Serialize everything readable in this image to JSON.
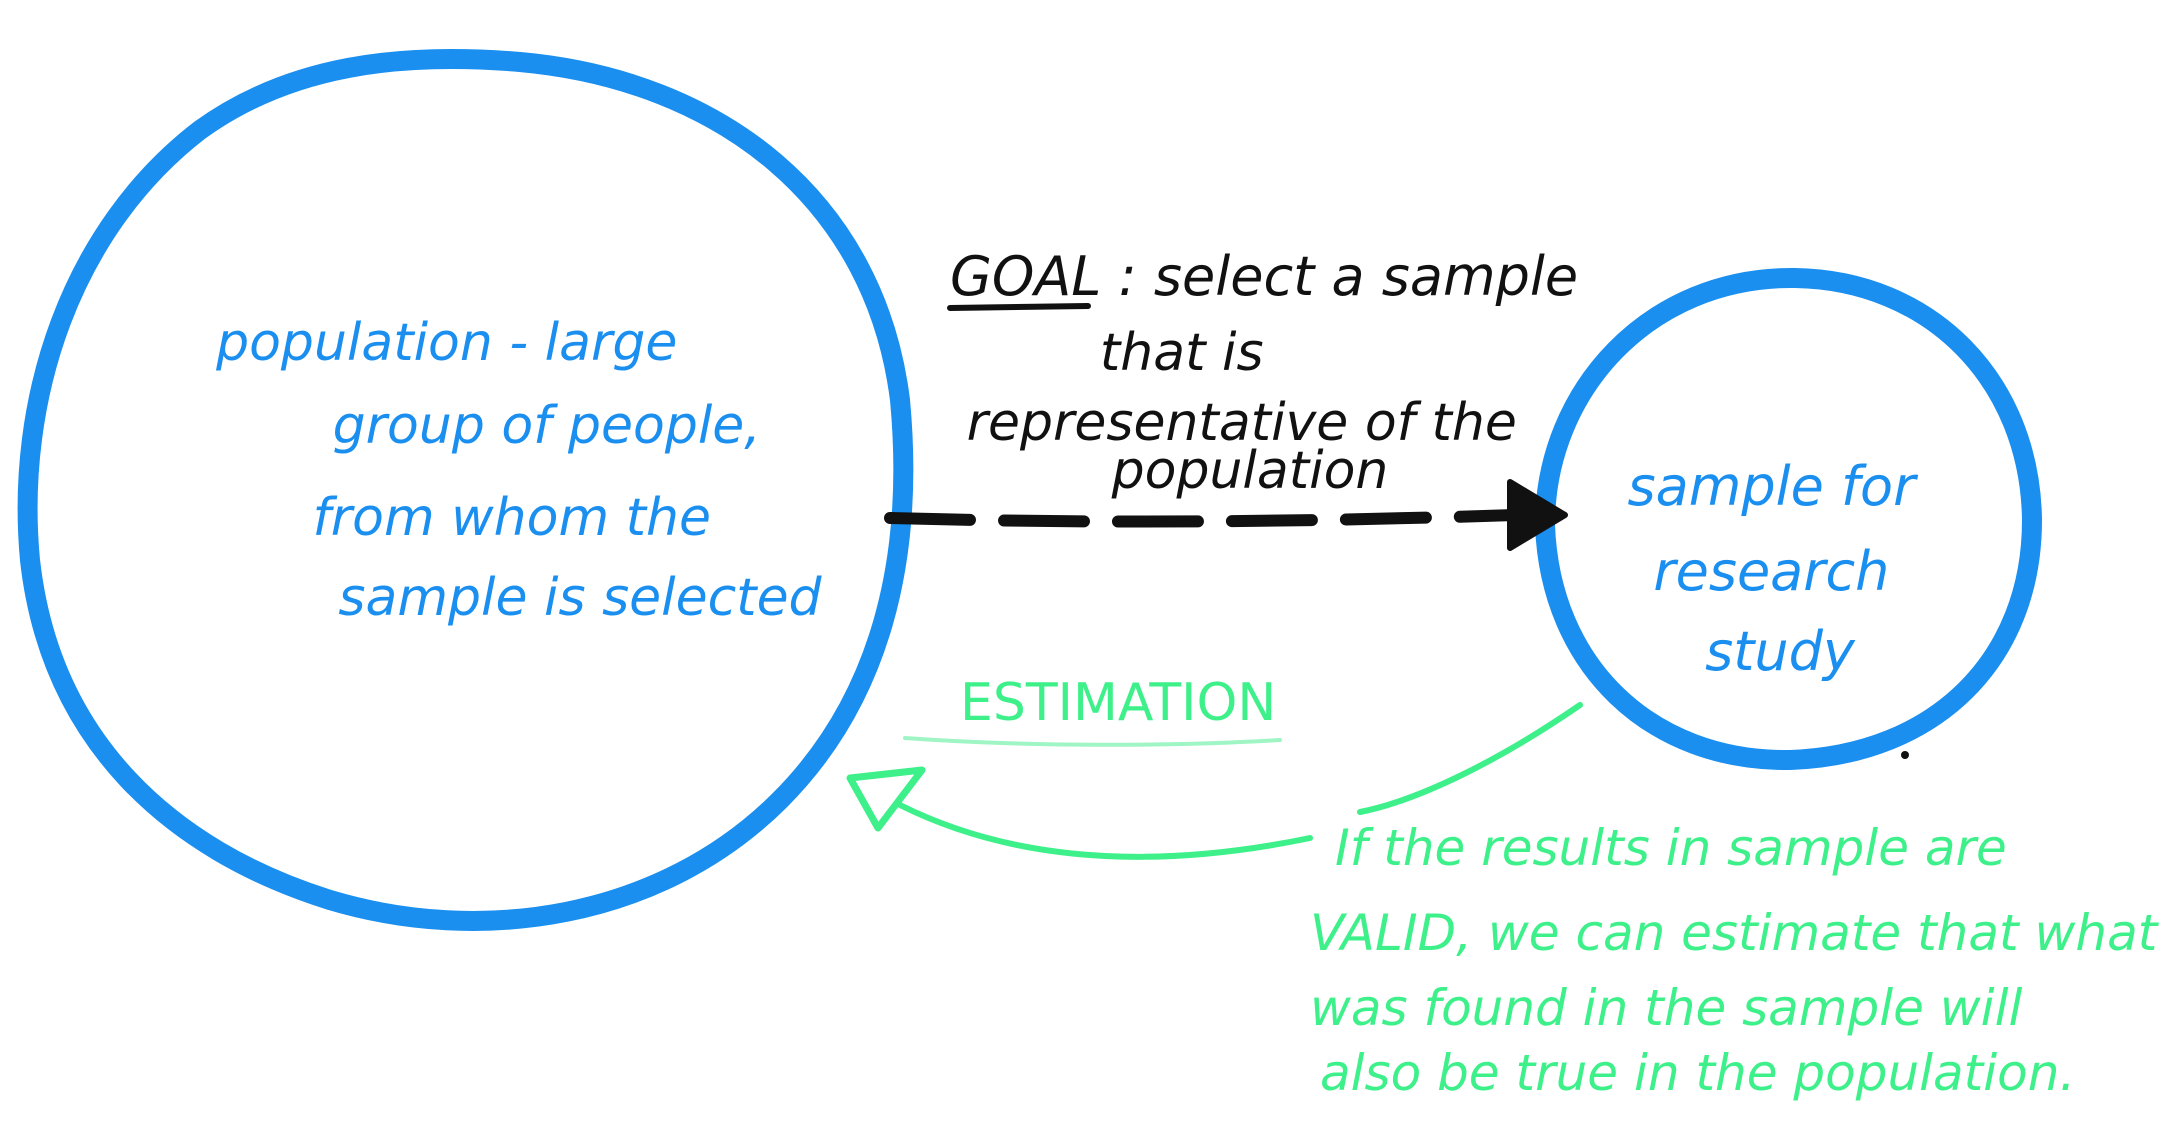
{
  "colors": {
    "blue": "#1a8fef",
    "black": "#111111",
    "green": "#3df08a",
    "background": "#ffffff"
  },
  "population": {
    "lines": [
      "population - large",
      "group of people,",
      "from whom the",
      "sample is selected"
    ]
  },
  "sample": {
    "lines": [
      "sample for",
      "research",
      "study"
    ]
  },
  "goal": {
    "keyword": "GOAL",
    "line1_rest": ": select a sample",
    "lines": [
      "that is",
      "representative of the",
      "population"
    ]
  },
  "estimation": {
    "label": "ESTIMATION"
  },
  "note": {
    "lines": [
      "If the results in sample are",
      "VALID, we can estimate that what",
      "was found in the sample will",
      "also be true in the population."
    ]
  }
}
